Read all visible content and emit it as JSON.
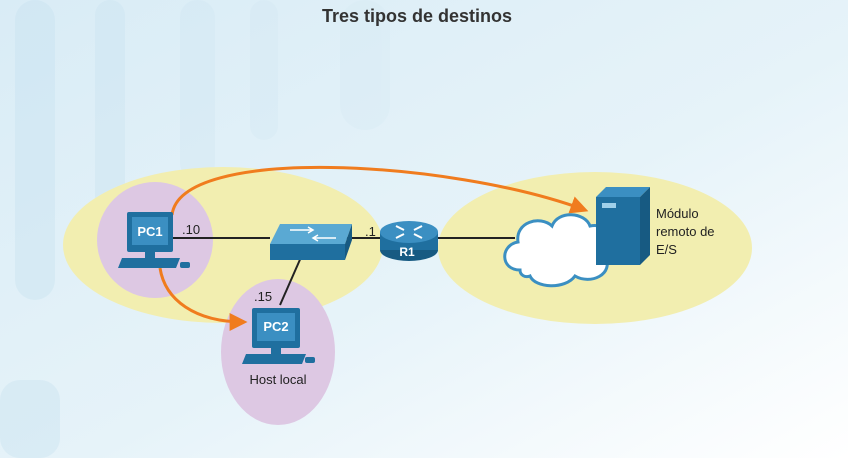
{
  "title": "Tres tipos de destinos",
  "pc1": {
    "label": "PC1",
    "address": ".10"
  },
  "pc2": {
    "label": "PC2",
    "address": ".15",
    "caption": "Host local"
  },
  "router": {
    "label": "R1",
    "address": ".1"
  },
  "server": {
    "caption_lines": [
      "Módulo",
      "remoto de",
      "E/S"
    ]
  },
  "colors": {
    "zone_fill": "#f2eeb0",
    "host_fill": "#ddc8e3",
    "device_blue": "#1f6f9f",
    "arrow_orange": "#f07c1e",
    "link_black": "#222222"
  }
}
